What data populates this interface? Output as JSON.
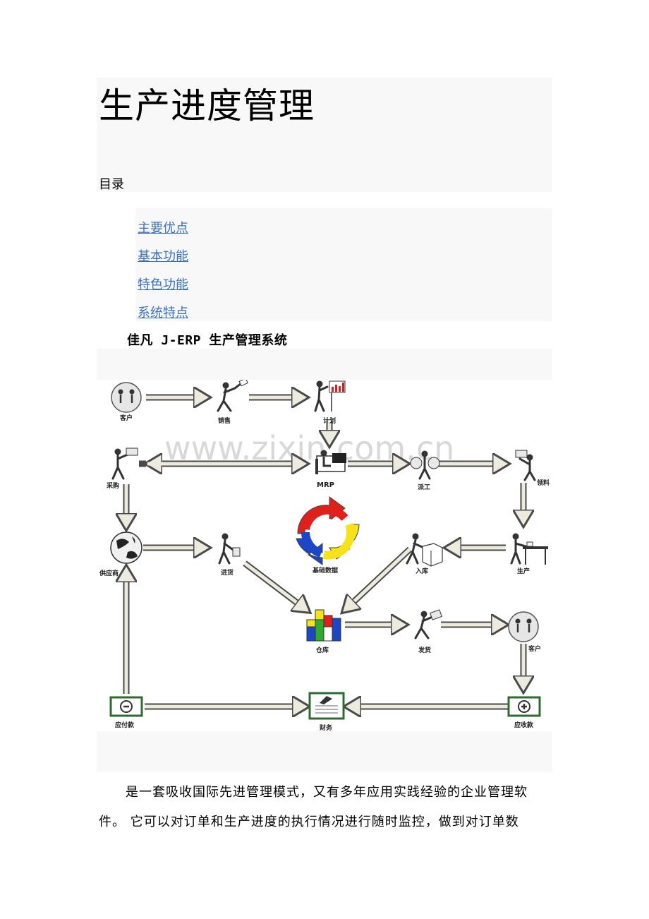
{
  "document": {
    "title": "生产进度管理",
    "toc_heading": "目录",
    "toc": [
      {
        "label": "主要优点"
      },
      {
        "label": "基本功能"
      },
      {
        "label": "特色功能"
      },
      {
        "label": "系统特点"
      }
    ],
    "caption": "佳凡 J-ERP 生产管理系统",
    "paragraph_line1": "是一套吸收国际先进管理模式，又有多年应用实践经验的企业管理软",
    "paragraph_line2": "件。 它可以对订单和生产进度的执行情况进行随时监控，做到对订单数",
    "link_color": "#3a70c0"
  },
  "diagram": {
    "watermark": "www.zixin.com.cn",
    "nodes": {
      "customer_top": "客户",
      "sales": "销售",
      "plan": "计划",
      "purchase": "采购",
      "mrp": "MRP",
      "dispatch": "派工",
      "material": "领料",
      "base_data": "基础数据",
      "supplier": "供应商",
      "receiving": "进货",
      "stock_in": "入库",
      "production": "生产",
      "warehouse": "仓库",
      "shipping": "发货",
      "customer_right": "客户",
      "payable": "应付款",
      "finance": "财务",
      "receivable": "应收款"
    },
    "colors": {
      "arrow_fill": "#ecebdd",
      "arrow_stroke": "#4a4a4a",
      "box_border": "#2f6b2f",
      "cycle_red": "#e0201b",
      "cycle_yellow": "#f7e21a",
      "cycle_blue": "#1c46c8"
    }
  }
}
